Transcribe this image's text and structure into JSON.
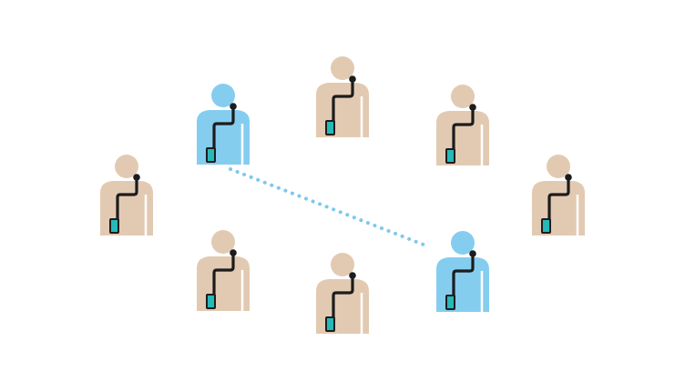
{
  "diagram": {
    "colors": {
      "background": "#ffffff",
      "idle_person": "#e2cab2",
      "active_person": "#85cdef",
      "wire": "#1c1c1c",
      "device": "#27b8b8",
      "link": "#7dc8ee",
      "body_seam": "#ffffff"
    },
    "people": [
      {
        "id": "p1",
        "state": "active",
        "icon": "person-with-headset-icon"
      },
      {
        "id": "p2",
        "state": "idle",
        "icon": "person-with-headset-icon"
      },
      {
        "id": "p3",
        "state": "idle",
        "icon": "person-with-headset-icon"
      },
      {
        "id": "p4",
        "state": "idle",
        "icon": "person-with-headset-icon"
      },
      {
        "id": "p5",
        "state": "idle",
        "icon": "person-with-headset-icon"
      },
      {
        "id": "p6",
        "state": "idle",
        "icon": "person-with-headset-icon"
      },
      {
        "id": "p7",
        "state": "idle",
        "icon": "person-with-headset-icon"
      },
      {
        "id": "p8",
        "state": "active",
        "icon": "person-with-headset-icon"
      }
    ],
    "links": [
      {
        "from": "p1",
        "to": "p8",
        "style": "dotted"
      }
    ]
  }
}
